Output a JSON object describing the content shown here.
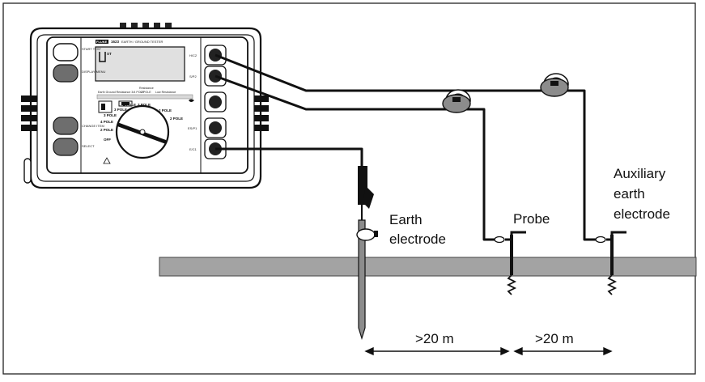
{
  "labels": {
    "earth_electrode": [
      "Earth",
      "electrode"
    ],
    "probe": "Probe",
    "auxiliary": [
      "Auxiliary",
      "earth",
      "electrode"
    ],
    "distance_1": ">20 m",
    "distance_2": ">20 m"
  },
  "tester": {
    "brand": "FLUKE",
    "model": "1623",
    "title": "EARTH / GROUND TESTER",
    "left_buttons": [
      "START TEST",
      "DISPLAY MENU",
      "CHANGE ITEM",
      "SELECT"
    ],
    "jacks": [
      "H/C2",
      "S/P2",
      "ES/P1",
      "E/C1"
    ],
    "range_headers": [
      "Earth Ground Resistance 3/4 POLE",
      "Resistance",
      "2 POLE",
      "Low Resistance"
    ],
    "dial_positions": [
      "3 POLE",
      "4 POLE",
      "3 POLE",
      "2 POLE",
      "OFF",
      "2 POLE",
      "4 POLE",
      "3 POLE",
      "2 POLE"
    ],
    "display_glyph": "ST"
  },
  "colors": {
    "ground": "#a3a3a3",
    "button_dark": "#6e6e6e",
    "reel": "#8c8c8c",
    "line": "#111111"
  }
}
